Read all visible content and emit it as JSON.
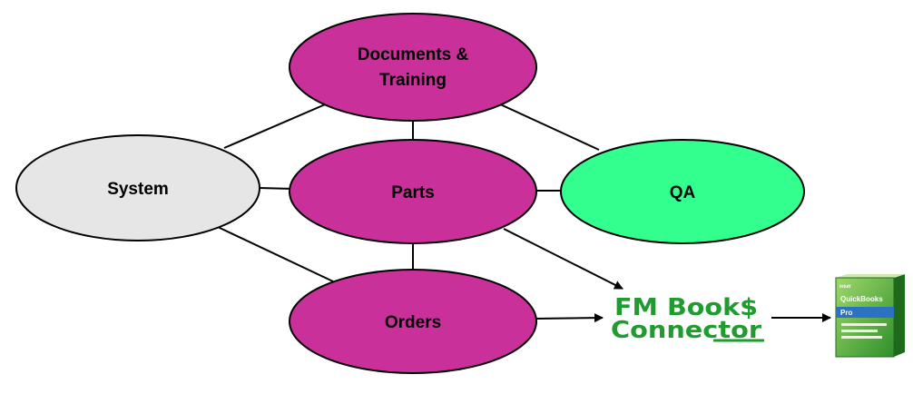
{
  "diagram": {
    "nodes": {
      "documents": {
        "line1": "Documents &",
        "line2": "Training",
        "fill": "#c9309a"
      },
      "system": {
        "label": "System",
        "fill": "#e6e6e6"
      },
      "parts": {
        "label": "Parts",
        "fill": "#c9309a"
      },
      "qa": {
        "label": "QA",
        "fill": "#33ff8f"
      },
      "orders": {
        "label": "Orders",
        "fill": "#c9309a"
      }
    },
    "connector_logo": {
      "line1": "FM Book$",
      "line2": "Connector",
      "color": "#1f9b2f"
    },
    "quickbooks_box": {
      "brand": "intuit",
      "product": "QuickBooks",
      "edition": "Pro",
      "color": "#3aa335"
    }
  }
}
